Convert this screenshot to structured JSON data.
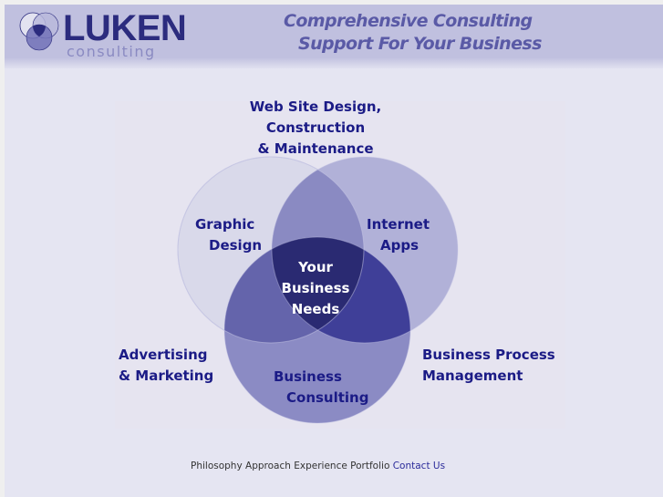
{
  "header": {
    "logo": {
      "word": "LUKEN",
      "sub": "consulting",
      "icon": "venn-logo-icon"
    },
    "tagline": {
      "line1": "Comprehensive Consulting",
      "line2": "Support For Your Business"
    }
  },
  "diagram": {
    "top_label": [
      "Web Site Design,",
      "Construction",
      "& Maintenance"
    ],
    "circles": {
      "graphic_design": {
        "line1": "Graphic",
        "line2": "Design",
        "color": "#d9d9ea"
      },
      "internet_apps": {
        "line1": "Internet",
        "line2": "Apps",
        "color": "#b1b1d8"
      },
      "business_consulting": {
        "line1": "Business",
        "line2": "Consulting",
        "color": "#8b8bc4"
      }
    },
    "overlaps": {
      "top": "#8a8ac2",
      "left": "#6464ab",
      "right": "#3f3f98",
      "center": "#2a2a72"
    },
    "center_label": [
      "Your",
      "Business",
      "Needs"
    ],
    "left_label": [
      "Advertising",
      "& Marketing"
    ],
    "right_label": [
      "Business Process",
      "Management"
    ]
  },
  "nav": {
    "items": [
      {
        "label": "Philosophy"
      },
      {
        "label": "Approach"
      },
      {
        "label": "Experience"
      },
      {
        "label": "Portfolio"
      },
      {
        "label": "Contact Us"
      }
    ]
  },
  "colors": {
    "accent": "#2b2b7e",
    "label_text": "#1b1b86",
    "header_bg": "#c0c0df",
    "page_bg": "#e5e5f2"
  }
}
